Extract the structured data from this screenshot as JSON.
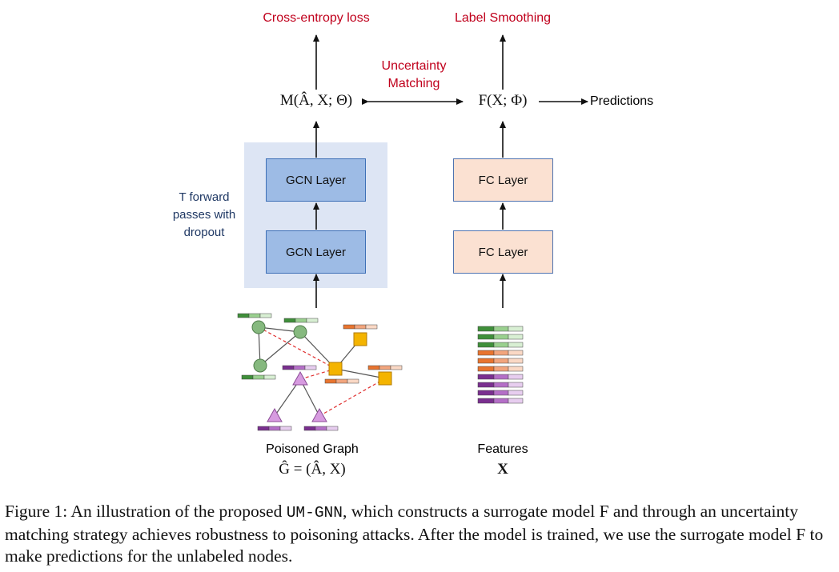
{
  "figure": {
    "loss_label": "Cross-entropy loss",
    "smoothing_label": "Label Smoothing",
    "matching_label_line1": "Uncertainty",
    "matching_label_line2": "Matching",
    "model_m": "M(Â, X; Θ)",
    "model_f": "F(X; Φ)",
    "predictions_label": "Predictions",
    "forward_passes_line1": "T forward",
    "forward_passes_line2": "passes with",
    "forward_passes_line3": "dropout",
    "gcn_layer_top": "GCN Layer",
    "gcn_layer_bottom": "GCN Layer",
    "fc_layer_top": "FC Layer",
    "fc_layer_bottom": "FC Layer",
    "graph_label": "Poisoned Graph",
    "graph_formula": "Ĝ = (Â, X)",
    "features_label": "Features",
    "features_symbol": "X",
    "colors": {
      "red_text": "#c0001c",
      "navy_text": "#1f3864",
      "gcn_fill": "#9dbbe5",
      "fc_fill": "#fbe1d2",
      "panel_fill": "#dde5f4",
      "green_node": "#86b97f",
      "orange_node": "#f4b400",
      "purple_node": "#d79be0"
    }
  },
  "caption": {
    "prefix": "Figure 1: An illustration of the proposed ",
    "method": "UM-GNN",
    "text_1": ", which constructs a surrogate model ",
    "symbol_1": "F",
    "text_2": " and through an uncertainty matching strategy achieves robustness to poisoning attacks. After the model is trained, we use the surrogate model ",
    "symbol_2": "F",
    "text_3": " to make predictions for the unlabeled nodes."
  }
}
